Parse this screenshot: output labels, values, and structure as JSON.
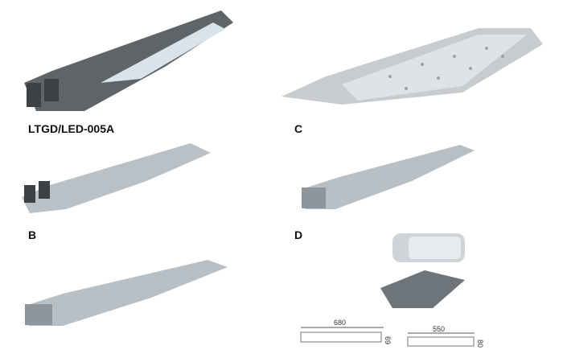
{
  "labels": {
    "a": "LTGD/LED-005A",
    "b": "B",
    "c": "C",
    "d": "D"
  },
  "dimensions": {
    "long_length": "680",
    "long_height": "69",
    "short_length": "550",
    "short_height": "80"
  }
}
